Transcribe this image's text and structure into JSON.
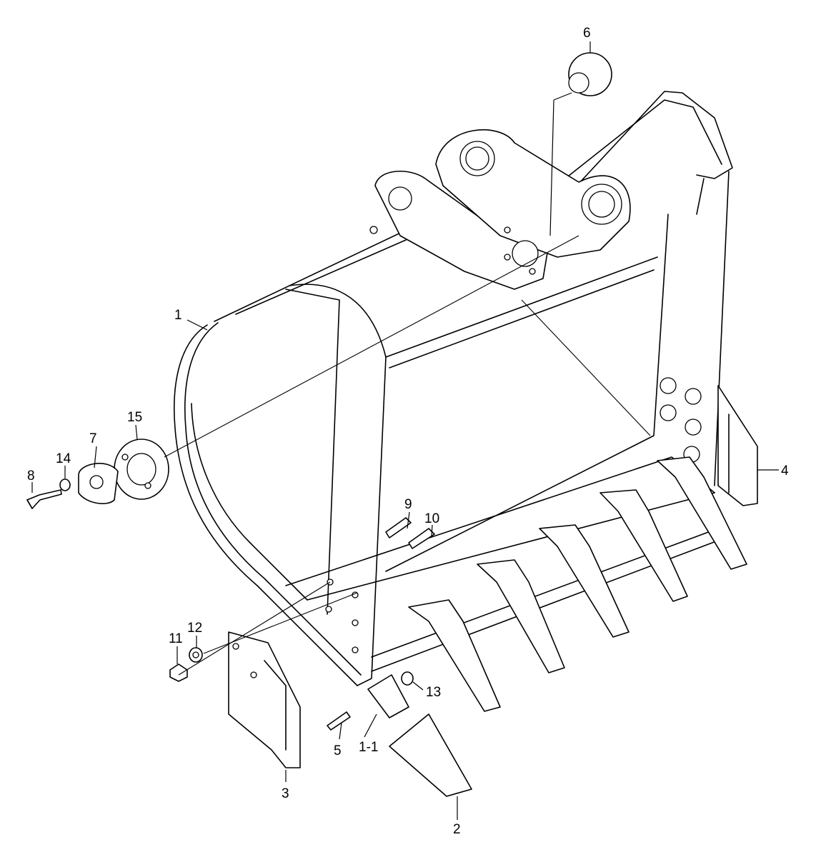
{
  "callouts": [
    {
      "id": "c1",
      "label": "1"
    },
    {
      "id": "c1-1",
      "label": "1-1"
    },
    {
      "id": "c2",
      "label": "2"
    },
    {
      "id": "c3",
      "label": "3"
    },
    {
      "id": "c4",
      "label": "4"
    },
    {
      "id": "c5",
      "label": "5"
    },
    {
      "id": "c6",
      "label": "6"
    },
    {
      "id": "c7",
      "label": "7"
    },
    {
      "id": "c8",
      "label": "8"
    },
    {
      "id": "c9",
      "label": "9"
    },
    {
      "id": "c10",
      "label": "10"
    },
    {
      "id": "c11",
      "label": "11"
    },
    {
      "id": "c12",
      "label": "12"
    },
    {
      "id": "c13",
      "label": "13"
    },
    {
      "id": "c14",
      "label": "14"
    },
    {
      "id": "c15",
      "label": "15"
    }
  ]
}
